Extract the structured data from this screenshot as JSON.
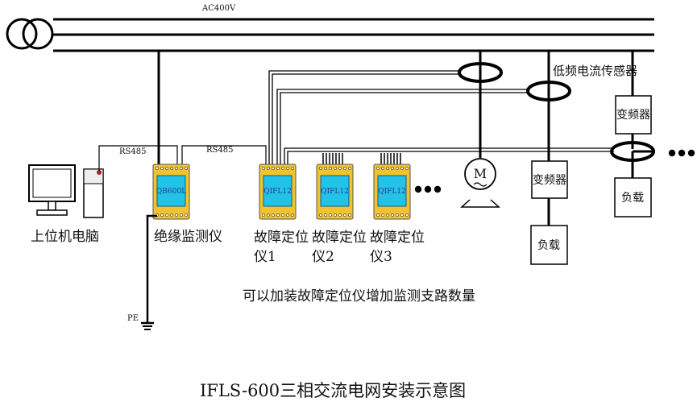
{
  "bus_label": "AC400V",
  "sensor_label": "低频电流传感器",
  "comm": {
    "rs485_left": "RS485",
    "rs485_right": "RS485"
  },
  "pc": {
    "label": "上位机电脑"
  },
  "monitor": {
    "screen": "QB600L",
    "label": "绝缘监测仪"
  },
  "locators": [
    {
      "screen": "QIFL12",
      "line1": "故障定位",
      "line2": "仪1"
    },
    {
      "screen": "QIFL12",
      "line1": "故障定位",
      "line2": "仪2"
    },
    {
      "screen": "QIFL12",
      "line1": "故障定位",
      "line2": "仪3"
    }
  ],
  "ground_label": "PE",
  "motor_symbol": "M",
  "vfd_label": "变频器",
  "load_label": "负载",
  "note": "可以加装故障定位仪增加监测支路数量",
  "title": "IFLS-600三相交流电网安装示意图",
  "colors": {
    "device_body": "#f2c230",
    "device_screen": "#22c3e6",
    "line": "#000000"
  }
}
